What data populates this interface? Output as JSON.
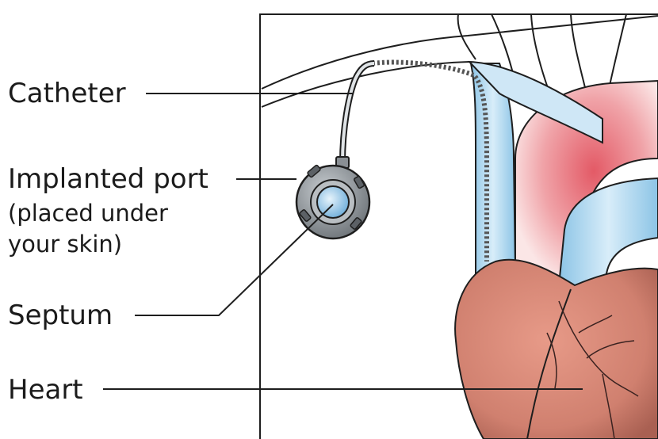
{
  "labels": {
    "catheter": "Catheter",
    "implanted_port": "Implanted port",
    "placed_under_1": "(placed under",
    "placed_under_2": "your skin)",
    "septum": "Septum",
    "heart": "Heart"
  },
  "colors": {
    "outline": "#1e1e1e",
    "vein_blue": "#bcdff3",
    "vein_blue_dark": "#8cc4e6",
    "aorta_red": "#e8707a",
    "heart_tissue": "#d98c7c",
    "heart_shadow": "#b46a5c",
    "port_gray": "#8a8f94",
    "septum_blue": "#9ecbe8"
  }
}
